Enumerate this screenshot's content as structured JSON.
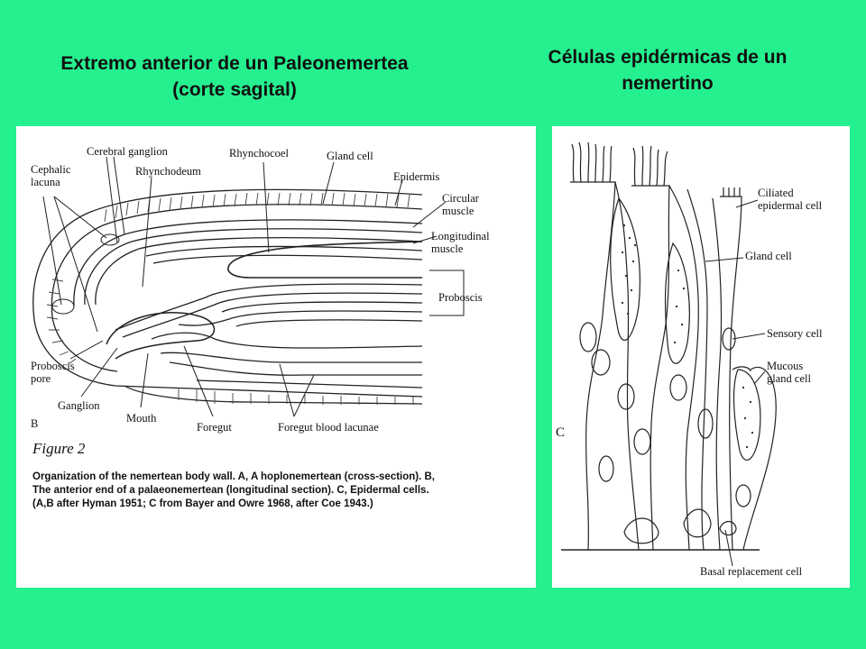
{
  "titles": {
    "left": "Extremo anterior de un Paleonemertea\n(corte sagital)",
    "right": "Células epidérmicas de un\nnemertino"
  },
  "left_panel": {
    "labels": {
      "cephalic_lacuna": "Cephalic\nlacuna",
      "cerebral_ganglion": "Cerebral ganglion",
      "rhynchodeum": "Rhynchodeum",
      "rhynchocoel": "Rhynchocoel",
      "gland_cell": "Gland cell",
      "epidermis": "Epidermis",
      "circular_muscle": "Circular\nmuscle",
      "longitudinal_muscle": "Longitudinal\nmuscle",
      "proboscis": "Proboscis",
      "proboscis_pore": "Proboscis\npore",
      "ganglion": "Ganglion",
      "b": "B",
      "mouth": "Mouth",
      "foregut": "Foregut",
      "foregut_blood_lacunae": "Foregut blood lacunae"
    },
    "figure_title": "Figure 2",
    "caption": "Organization of the nemertean body wall. A, A hoplonemertean (cross-section). B, The anterior end of a palaeonemertean (longitudinal section). C, Epidermal cells. (A,B after Hyman 1951; C from Bayer and Owre 1968, after Coe 1943.)"
  },
  "right_panel": {
    "labels": {
      "ciliated_epidermal_cell": "Ciliated\nepidermal cell",
      "gland_cell": "Gland cell",
      "sensory_cell": "Sensory cell",
      "mucous_gland_cell": "Mucous\ngland cell",
      "c": "C",
      "basal_replacement_cell": "Basal replacement cell"
    }
  }
}
